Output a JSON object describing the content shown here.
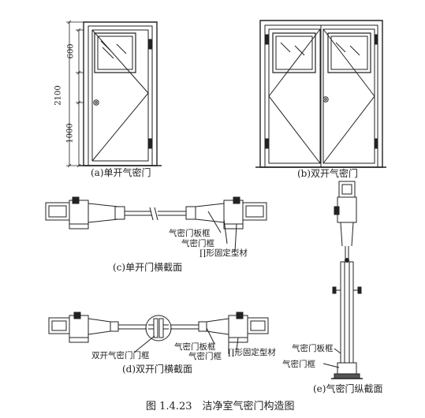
{
  "figure": {
    "caption": "图 1.4.23　洁净室气密门构造图"
  },
  "views": {
    "a": {
      "caption": "(a)单开气密门"
    },
    "b": {
      "caption": "(b)双开气密门"
    },
    "c": {
      "caption": "(c)单开门横截面"
    },
    "d": {
      "caption": "(d)双开门横截面"
    },
    "e": {
      "caption": "(e)气密门纵截面"
    }
  },
  "dimensions": {
    "total_height": "2100",
    "window_height": "600",
    "handle_height": "1000"
  },
  "labels": {
    "c_door_panel_frame": "气密门板框",
    "c_door_frame": "气密门框",
    "c_profile": "∏形固定型材",
    "d_double_frame": "双开气密门门框",
    "d_door_panel_frame": "气密门板框",
    "d_door_frame": "气密门框",
    "d_profile": "∏形固定型材",
    "e_door_panel_frame": "气密门板框",
    "e_door_frame": "气密门框"
  }
}
